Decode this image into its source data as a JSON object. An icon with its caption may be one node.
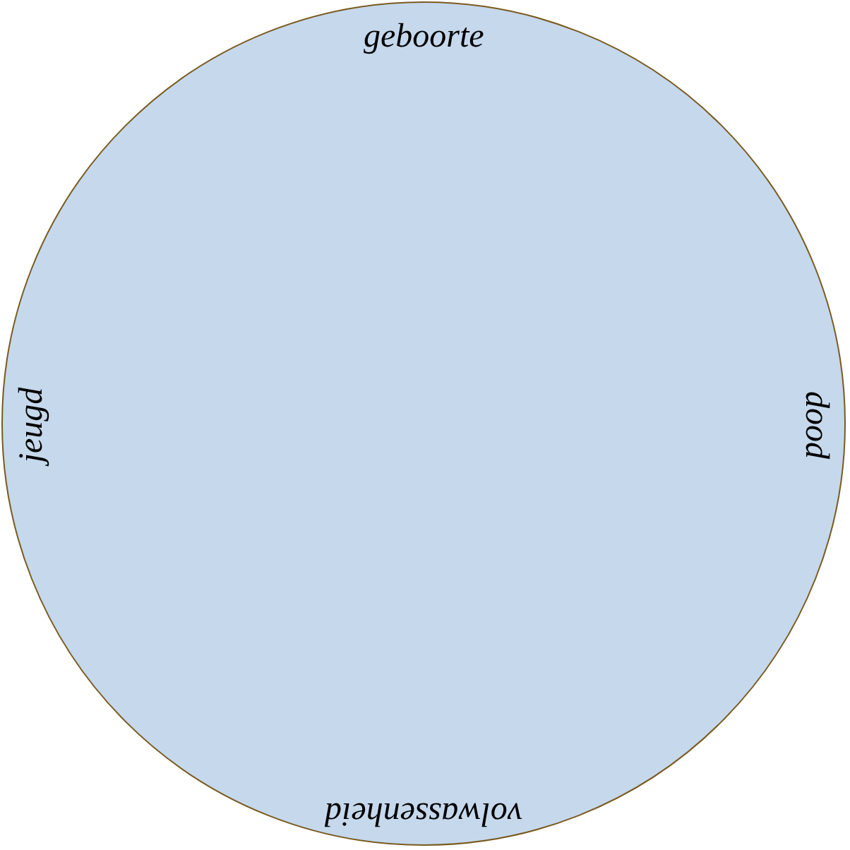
{
  "diagram": {
    "nodes": [
      {
        "text": [
          "geboorte",
          "dood",
          "volwassenheid",
          "jeugd"
        ]
      }
    ]
  }
}
